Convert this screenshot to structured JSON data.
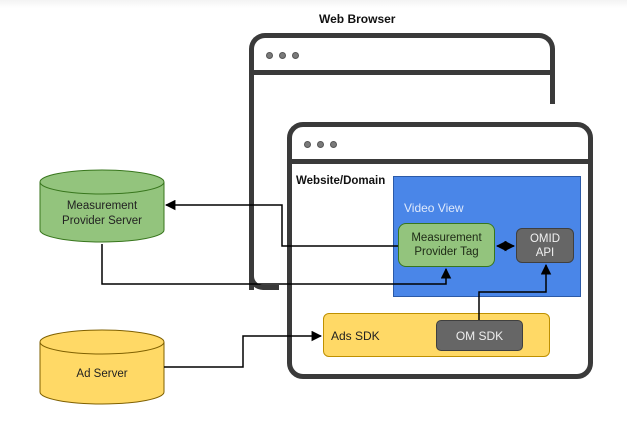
{
  "title": "Web Browser",
  "website_label": "Website/Domain",
  "video_view": {
    "label": "Video View",
    "color": "#4a86e8"
  },
  "nodes": {
    "measurement_provider_server": {
      "label_line1": "Measurement",
      "label_line2": "Provider Server",
      "color": "#93c47d"
    },
    "ad_server": {
      "label": "Ad Server",
      "color": "#ffd966"
    },
    "measurement_provider_tag": {
      "label_line1": "Measurement",
      "label_line2": "Provider Tag",
      "color": "#93c47d"
    },
    "omid_api": {
      "label_line1": "OMID",
      "label_line2": "API",
      "color": "#666666"
    },
    "ads_sdk": {
      "label": "Ads SDK",
      "color": "#ffd966"
    },
    "om_sdk": {
      "label": "OM SDK",
      "color": "#666666"
    }
  },
  "edges": [
    {
      "from": "Measurement Provider Tag",
      "to": "Measurement Provider Server"
    },
    {
      "from": "Measurement Provider Server",
      "to": "Measurement Provider Tag"
    },
    {
      "from": "Ad Server",
      "to": "Ads SDK"
    },
    {
      "from": "OM SDK",
      "to": "OMID API"
    },
    {
      "from": "Measurement Provider Tag",
      "to": "OMID API",
      "bidirectional": true
    }
  ]
}
